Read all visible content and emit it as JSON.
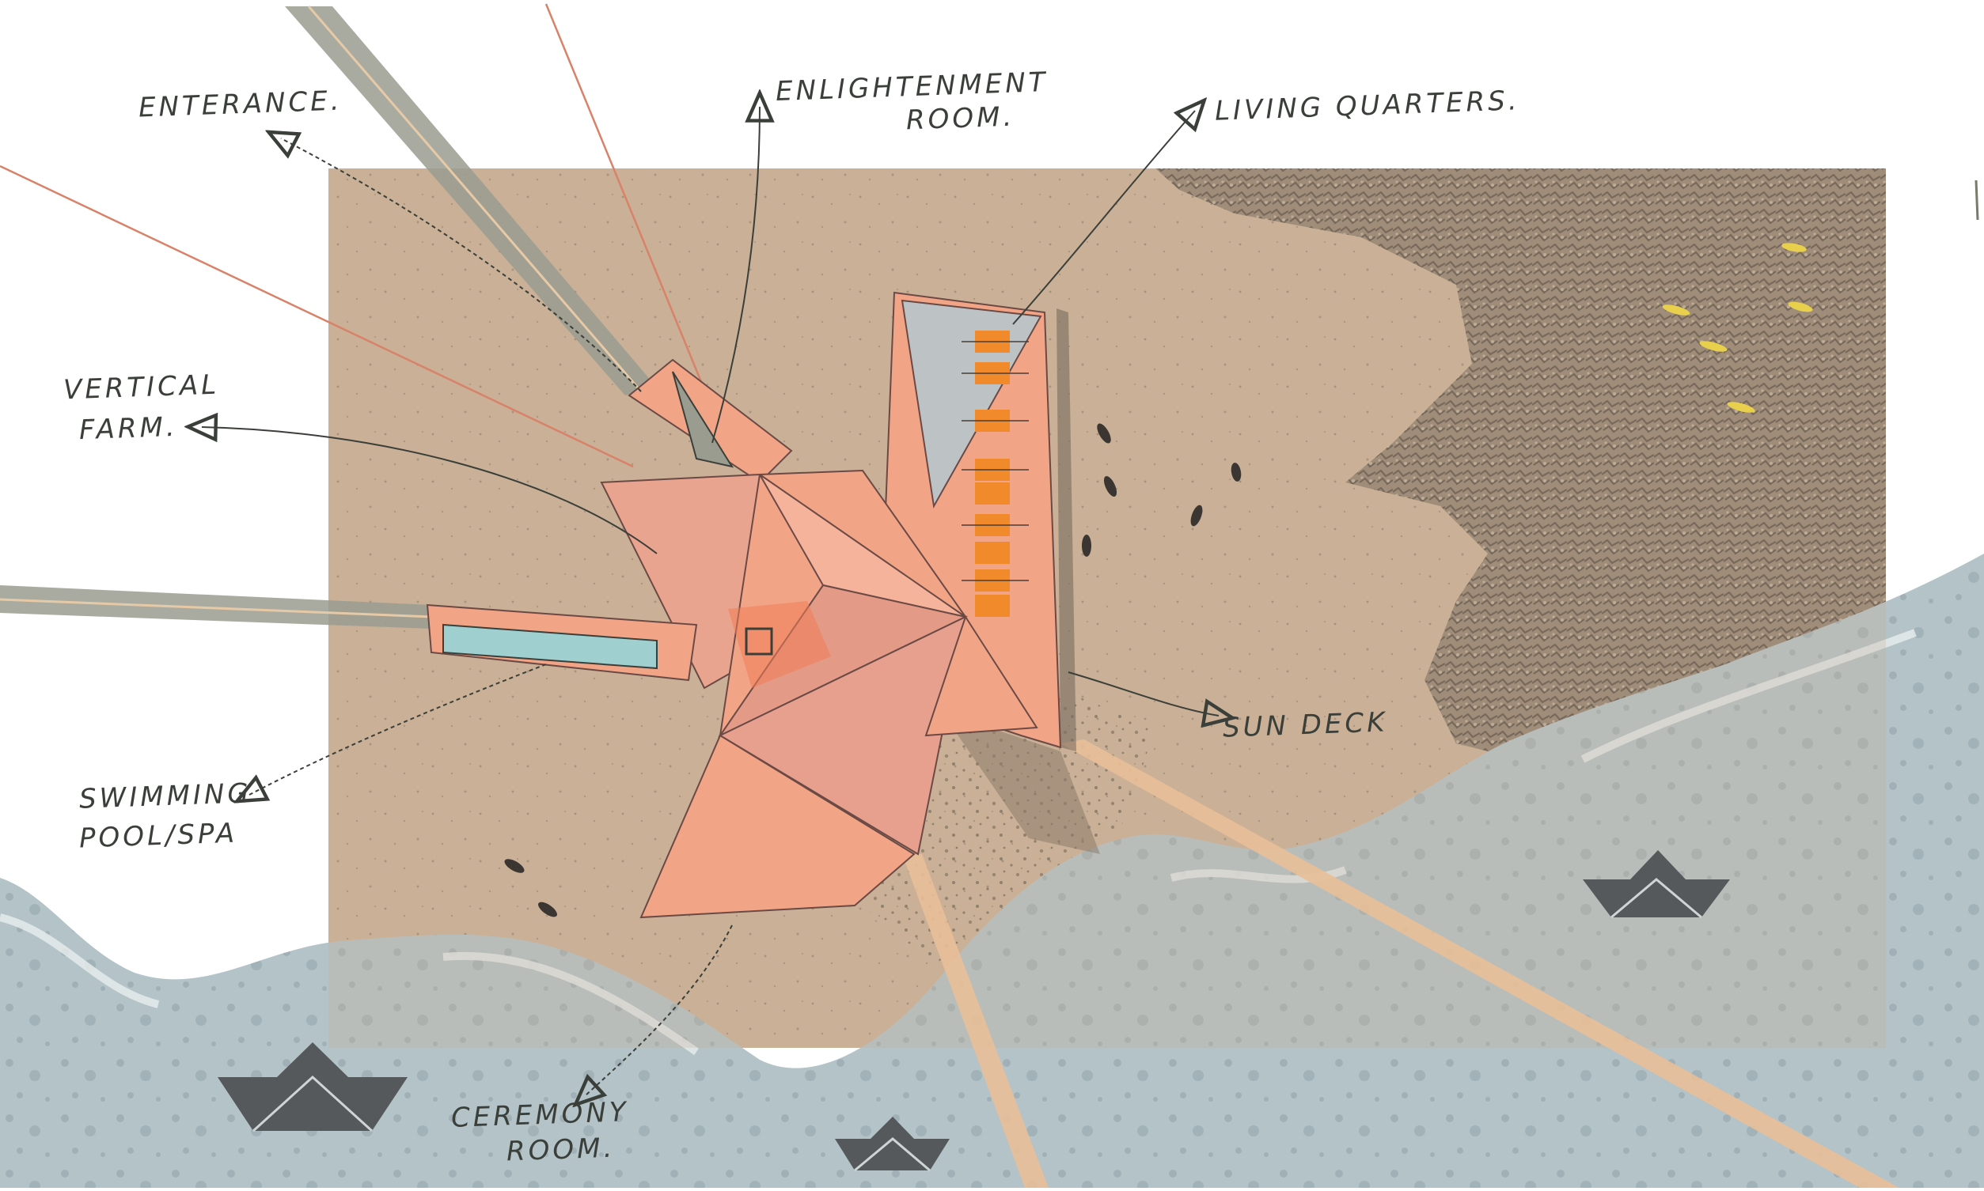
{
  "labels": {
    "entrance": "ENTERANCE.",
    "enlightenment_1": "ENLIGHTENMENT",
    "enlightenment_2": "ROOM.",
    "living_quarters": "LIVING QUARTERS.",
    "vertical_farm_1": "VERTICAL",
    "vertical_farm_2": "FARM.",
    "sun_deck": "SUN DECK",
    "swimming_1": "SWIMMING",
    "swimming_2": "POOL/SPA",
    "ceremony_1": "CEREMONY",
    "ceremony_2": "ROOM."
  },
  "colors": {
    "site": "#c9b196",
    "rock": "#7d7163",
    "water": "#aebfc4",
    "building": "#f2a487",
    "building_dark": "#d98f82",
    "road": "#9a9c90",
    "beam": "#e8bf98",
    "ink": "#3b3f3a",
    "roof_glass": "#bdc3c5",
    "pool": "#9fd0cf",
    "solar": "#f08a2a",
    "boat": "#56595c",
    "fish": "#e9d04c"
  }
}
